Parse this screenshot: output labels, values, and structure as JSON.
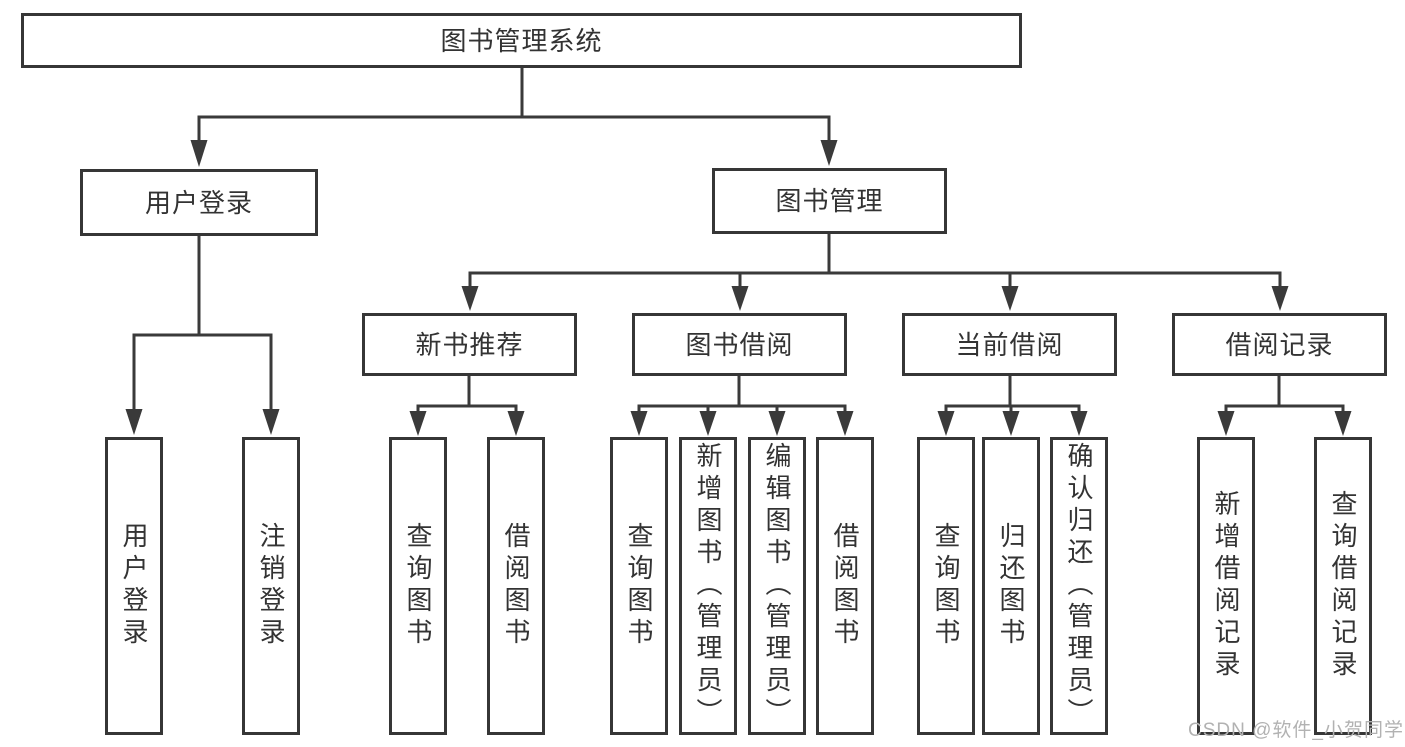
{
  "diagram": {
    "root": {
      "label": "图书管理系统"
    },
    "branches": [
      {
        "label": "用户登录",
        "leaves": [
          {
            "label": "用户登录"
          },
          {
            "label": "注销登录"
          }
        ]
      },
      {
        "label": "图书管理",
        "groups": [
          {
            "label": "新书推荐",
            "leaves": [
              {
                "label": "查询图书"
              },
              {
                "label": "借阅图书"
              }
            ]
          },
          {
            "label": "图书借阅",
            "leaves": [
              {
                "label": "查询图书"
              },
              {
                "label": "新增图书（管理员）"
              },
              {
                "label": "编辑图书（管理员）"
              },
              {
                "label": "借阅图书"
              }
            ]
          },
          {
            "label": "当前借阅",
            "leaves": [
              {
                "label": "查询图书"
              },
              {
                "label": "归还图书"
              },
              {
                "label": "确认归还（管理员）"
              }
            ]
          },
          {
            "label": "借阅记录",
            "leaves": [
              {
                "label": "新增借阅记录"
              },
              {
                "label": "查询借阅记录"
              }
            ]
          }
        ]
      }
    ]
  },
  "watermark": {
    "text": "CSDN @软件_小贺同学"
  },
  "colors": {
    "line": "#3a3a3a",
    "box_border": "#363636",
    "text": "#333333",
    "background": "#ffffff",
    "watermark": "#b2b2b2"
  }
}
